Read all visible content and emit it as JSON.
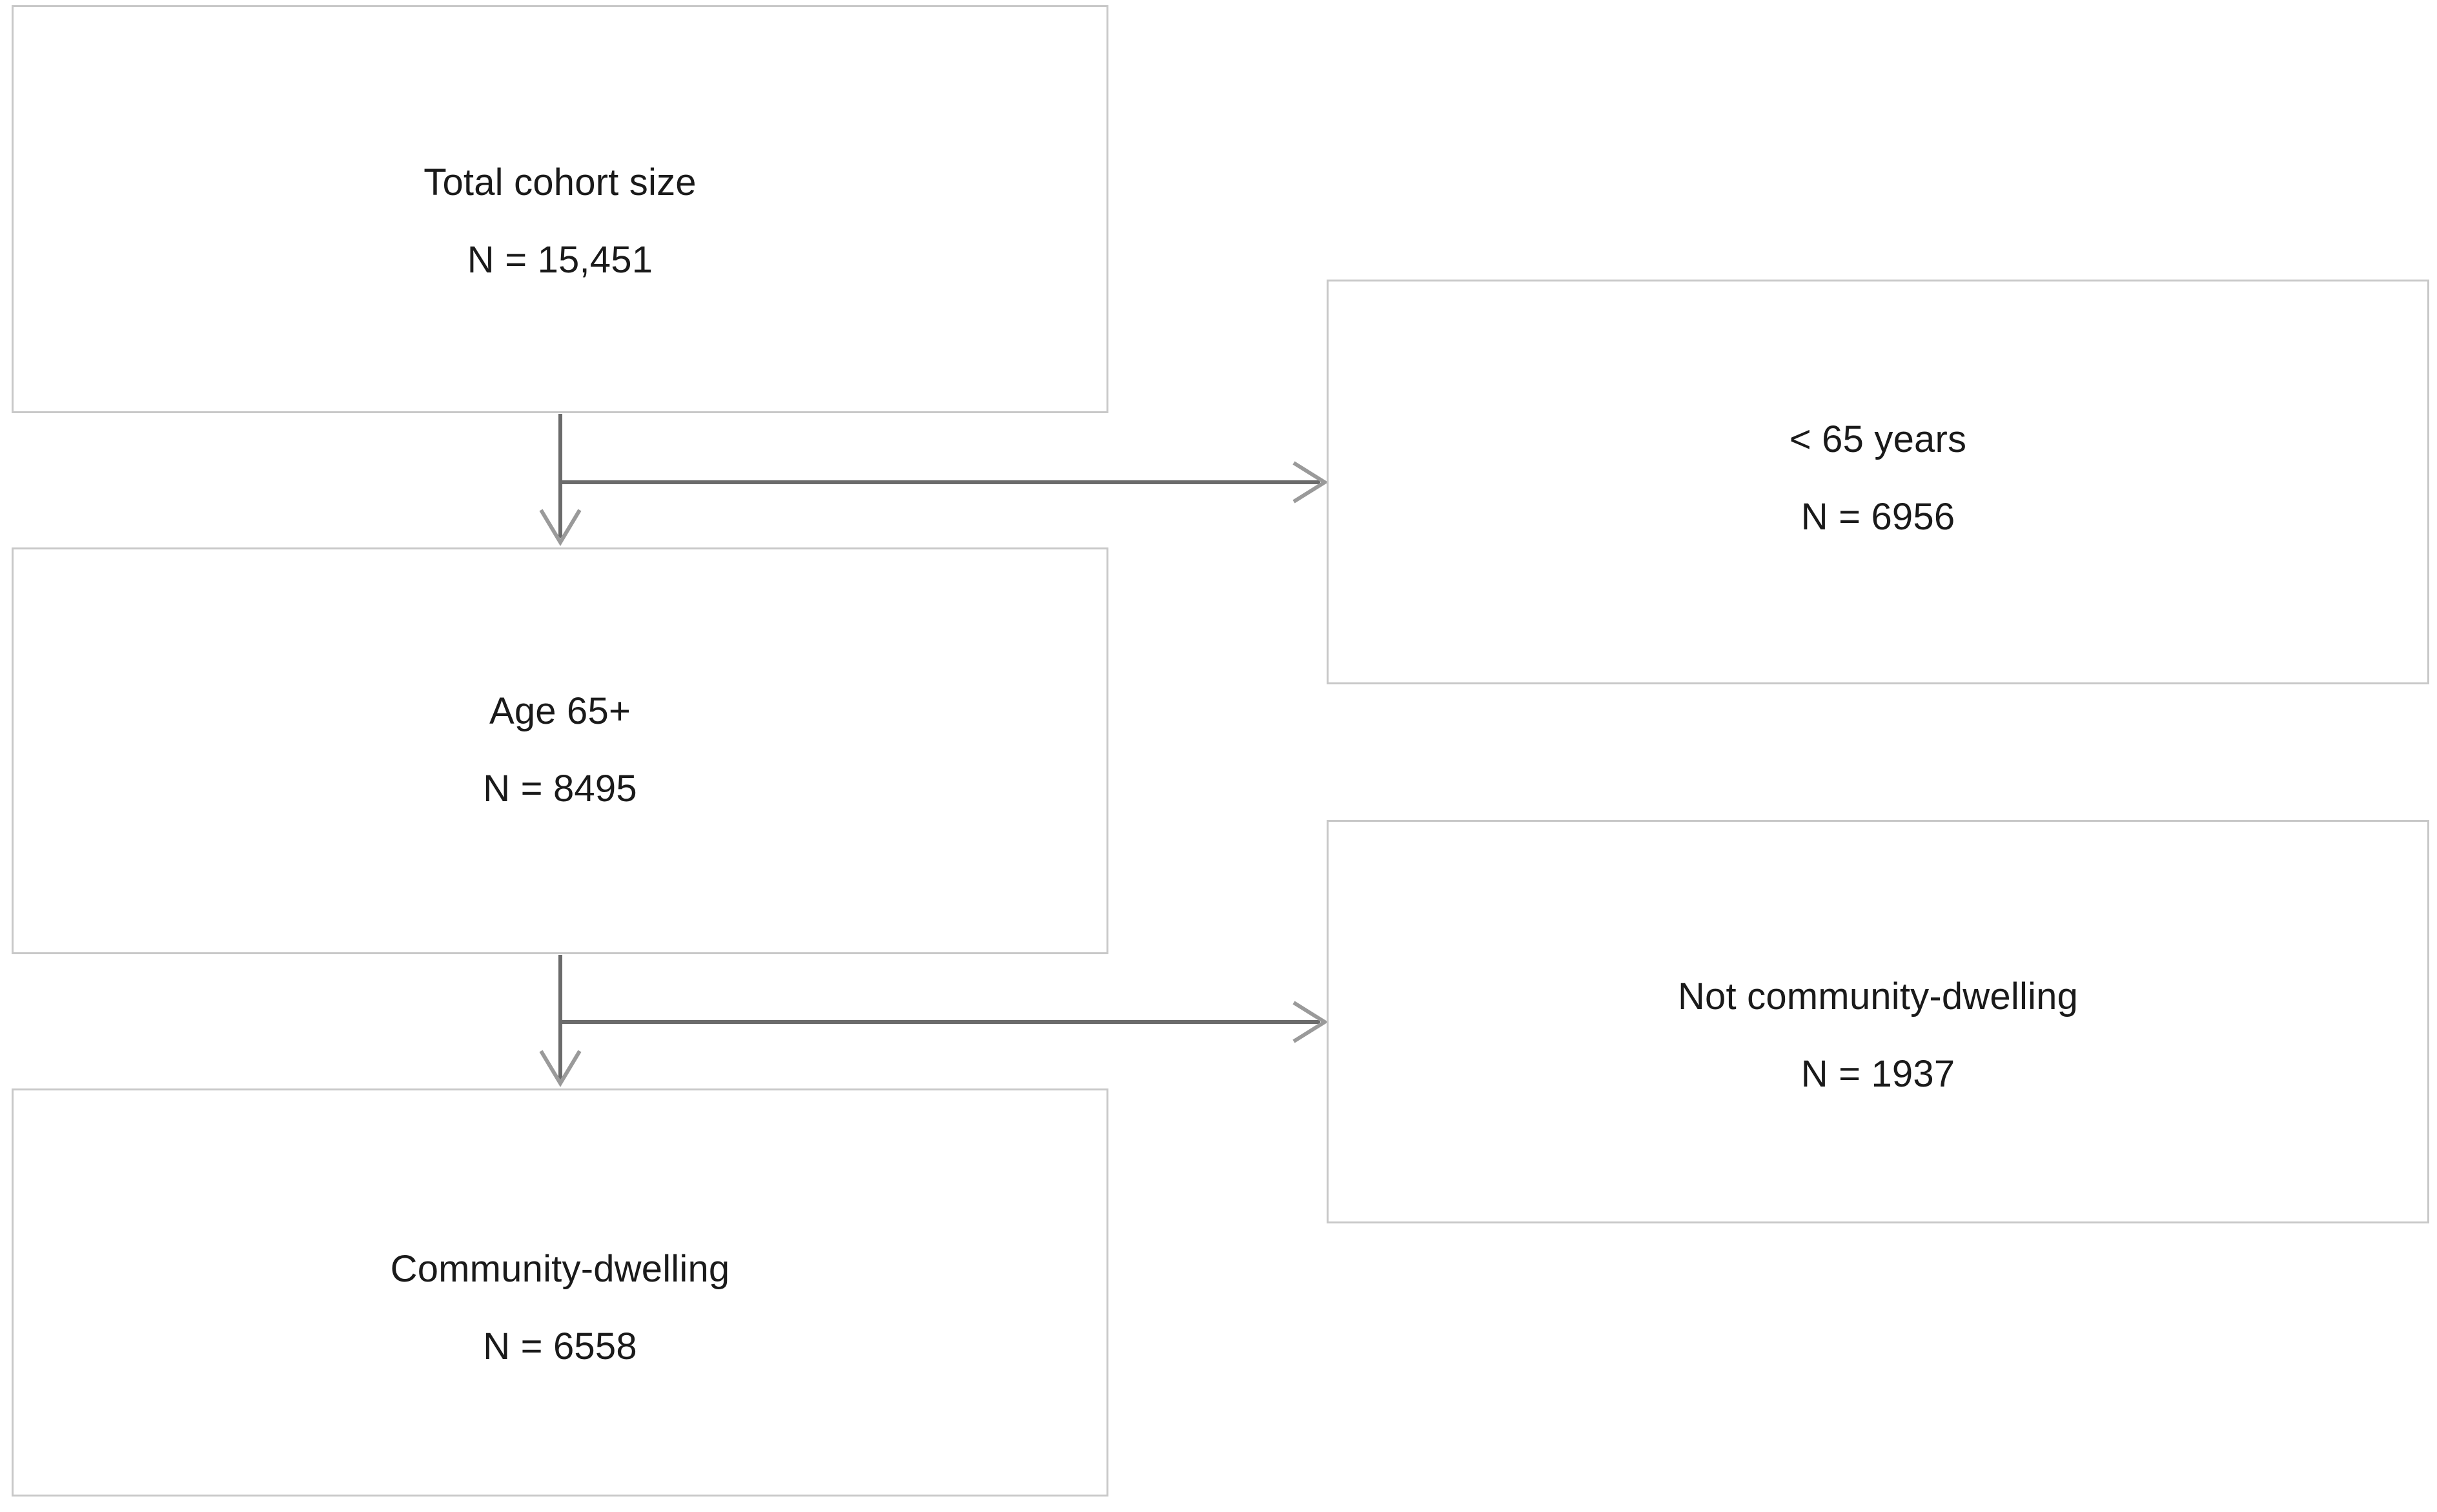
{
  "diagram": {
    "type": "cohort-flow-chart",
    "palette": {
      "box_border": "#c8c8c8",
      "connector": "#6b6b6b",
      "text": "#1a1a1a",
      "background": "#ffffff"
    },
    "nodes": [
      {
        "id": "total",
        "label": "Total cohort size",
        "count": "N = 15,451",
        "value": 15451,
        "column": "main",
        "level": 0
      },
      {
        "id": "under65",
        "label": "< 65 years",
        "count": "N = 6956",
        "value": 6956,
        "column": "excluded",
        "level": 0
      },
      {
        "id": "age65",
        "label": "Age 65+",
        "count": "N = 8495",
        "value": 8495,
        "column": "main",
        "level": 1
      },
      {
        "id": "notcommunity",
        "label": "Not community-dwelling",
        "count": "N = 1937",
        "value": 1937,
        "column": "excluded",
        "level": 1
      },
      {
        "id": "community",
        "label": "Community-dwelling",
        "count": "N = 6558",
        "value": 6558,
        "column": "main",
        "level": 2
      }
    ],
    "edges": [
      {
        "id": "edge-total-to-age65",
        "from": "total",
        "to": "age65",
        "direction": "down",
        "arrow": true
      },
      {
        "id": "edge-total-to-under65",
        "from": "total",
        "to": "under65",
        "direction": "right",
        "arrow": true
      },
      {
        "id": "edge-age65-to-community",
        "from": "age65",
        "to": "community",
        "direction": "down",
        "arrow": true
      },
      {
        "id": "edge-age65-to-notcommunity",
        "from": "age65",
        "to": "notcommunity",
        "direction": "right",
        "arrow": true
      }
    ]
  }
}
